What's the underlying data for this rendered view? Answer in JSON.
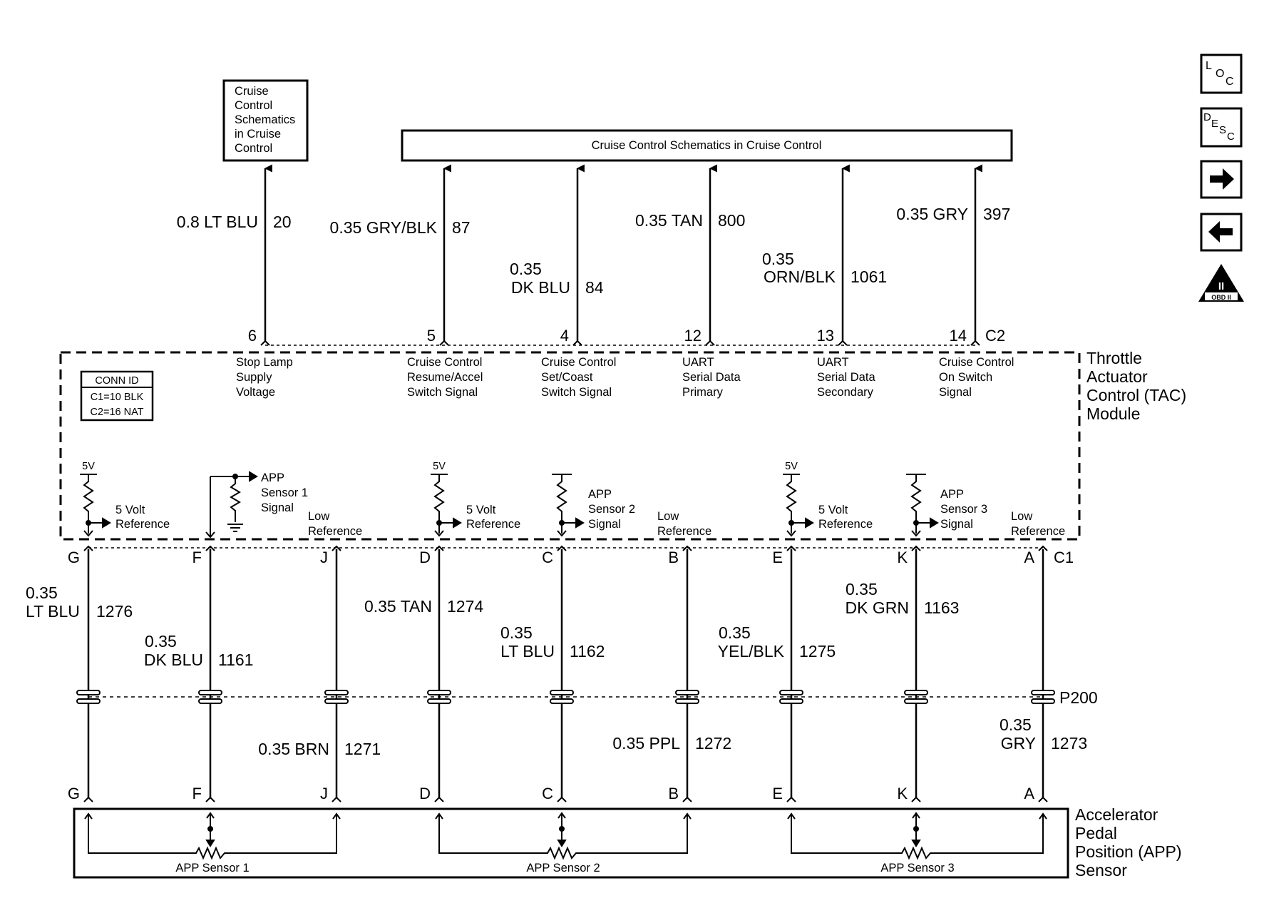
{
  "top_box": [
    "Cruise",
    "Control",
    "Schematics",
    "in Cruise",
    "Control"
  ],
  "cruise_bar": "Cruise Control Schematics in Cruise Control",
  "module_title": [
    "Throttle",
    "Actuator",
    "Control (TAC)",
    "Module"
  ],
  "conn_id": {
    "title": "CONN ID",
    "c1": "C1=10 BLK",
    "c2": "C2=16 NAT"
  },
  "c2_label": "C2",
  "c1_label": "C1",
  "c2_wires": [
    {
      "pin": "6",
      "wire": [
        "0.8 LT BLU"
      ],
      "circuit": "20",
      "func": [
        "Stop Lamp",
        "Supply",
        "Voltage"
      ]
    },
    {
      "pin": "5",
      "wire": [
        "0.35 GRY/BLK"
      ],
      "circuit": "87",
      "func": [
        "Cruise Control",
        "Resume/Accel",
        "Switch Signal"
      ]
    },
    {
      "pin": "4",
      "wire": [
        "0.35",
        "DK BLU"
      ],
      "circuit": "84",
      "func": [
        "Cruise Control",
        "Set/Coast",
        "Switch Signal"
      ]
    },
    {
      "pin": "12",
      "wire": [
        "0.35 TAN"
      ],
      "circuit": "800",
      "func": [
        "UART",
        "Serial Data",
        "Primary"
      ]
    },
    {
      "pin": "13",
      "wire": [
        "0.35",
        "ORN/BLK"
      ],
      "circuit": "1061",
      "func": [
        "UART",
        "Serial Data",
        "Secondary"
      ]
    },
    {
      "pin": "14",
      "wire": [
        "0.35 GRY"
      ],
      "circuit": "397",
      "func": [
        "Cruise Control",
        "On Switch",
        "Signal"
      ]
    }
  ],
  "internal": {
    "v5": "5V",
    "ref5": [
      "5 Volt",
      "Reference"
    ],
    "sig1": [
      "APP",
      "Sensor 1",
      "Signal"
    ],
    "sig2": [
      "APP",
      "Sensor 2",
      "Signal"
    ],
    "sig3": [
      "APP",
      "Sensor 3",
      "Signal"
    ],
    "lowref": [
      "Low",
      "Reference"
    ]
  },
  "c1_wires": [
    {
      "pin": "G",
      "upper": [
        "0.35",
        "LT BLU"
      ],
      "upper_circuit": "1276",
      "lower": [],
      "lower_circuit": ""
    },
    {
      "pin": "F",
      "upper": [
        "0.35",
        "DK BLU"
      ],
      "upper_circuit": "1161",
      "lower": [],
      "lower_circuit": ""
    },
    {
      "pin": "J",
      "upper": [],
      "upper_circuit": "",
      "lower": [
        "0.35 BRN"
      ],
      "lower_circuit": "1271"
    },
    {
      "pin": "D",
      "upper": [
        "0.35 TAN"
      ],
      "upper_circuit": "1274",
      "lower": [],
      "lower_circuit": ""
    },
    {
      "pin": "C",
      "upper": [
        "0.35",
        "LT BLU"
      ],
      "upper_circuit": "1162",
      "lower": [],
      "lower_circuit": ""
    },
    {
      "pin": "B",
      "upper": [],
      "upper_circuit": "",
      "lower": [
        "0.35 PPL"
      ],
      "lower_circuit": "1272"
    },
    {
      "pin": "E",
      "upper": [
        "0.35",
        "YEL/BLK"
      ],
      "upper_circuit": "1275",
      "lower": [],
      "lower_circuit": ""
    },
    {
      "pin": "K",
      "upper": [
        "0.35",
        "DK GRN"
      ],
      "upper_circuit": "1163",
      "lower": [],
      "lower_circuit": ""
    },
    {
      "pin": "A",
      "upper": [],
      "upper_circuit": "",
      "lower": [
        "0.35",
        "GRY"
      ],
      "lower_circuit": "1273"
    }
  ],
  "connector_p200": "P200",
  "app_sensor": {
    "title": [
      "Accelerator",
      "Pedal",
      "Position (APP)",
      "Sensor"
    ],
    "sensors": [
      "APP Sensor 1",
      "APP Sensor 2",
      "APP Sensor 3"
    ]
  },
  "nav": {
    "loc": [
      "L",
      "O",
      "C"
    ],
    "desc": [
      "D",
      "E",
      "S",
      "C"
    ],
    "obd": [
      "II",
      "OBD II"
    ]
  }
}
